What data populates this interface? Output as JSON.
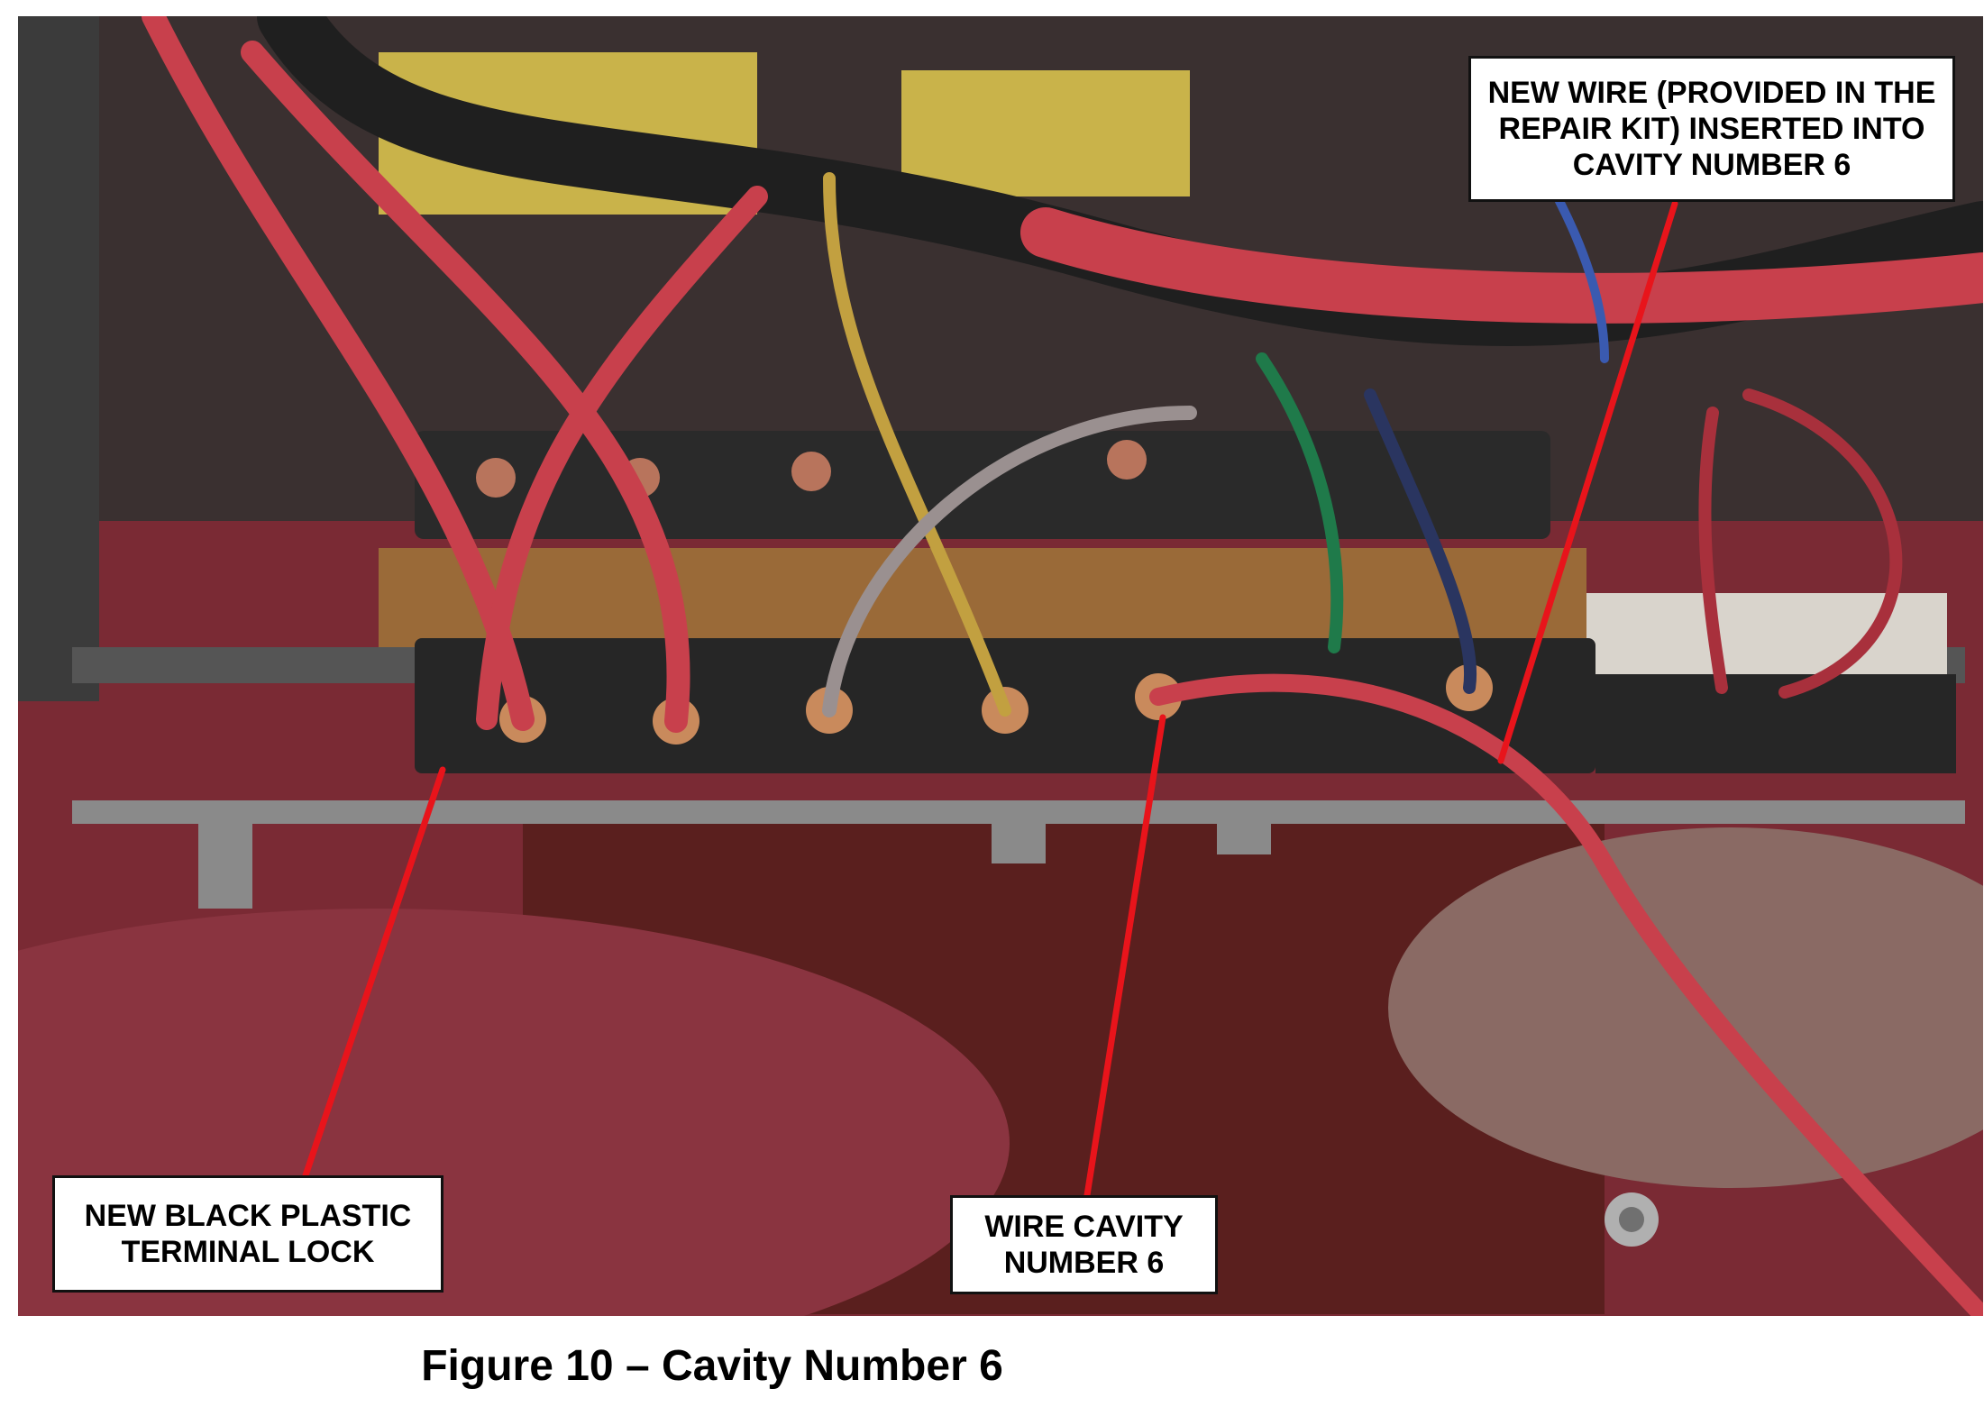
{
  "callouts": {
    "new_wire": "NEW WIRE (PROVIDED IN THE REPAIR KIT) INSERTED INTO CAVITY NUMBER 6",
    "terminal_lock": "NEW BLACK PLASTIC TERMINAL LOCK",
    "wire_cavity": "WIRE CAVITY NUMBER 6"
  },
  "caption": "Figure 10 – Cavity Number 6",
  "colors": {
    "arrow": "#e8141b",
    "wire_red": "#c8404c",
    "connector": "#2b2b2b",
    "carpet": "#7a2a34"
  }
}
